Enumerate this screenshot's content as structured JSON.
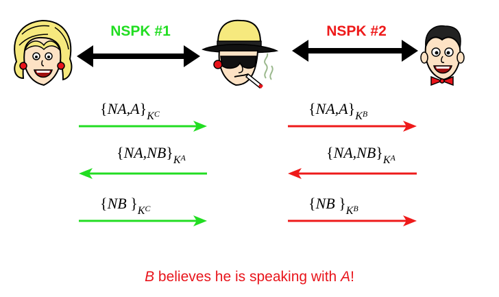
{
  "headers": {
    "run1": "NSPK #1",
    "run2": "NSPK #2"
  },
  "colors": {
    "run1": "#22dd22",
    "run2": "#ee1a1a",
    "caption": "#e8141b",
    "double_arrow": "#000000"
  },
  "messages": [
    {
      "body": "NA,A",
      "key": "K",
      "key_index": "C",
      "direction": "right",
      "run": 1
    },
    {
      "body": "NA,NB",
      "key": "K",
      "key_index": "A",
      "direction": "left",
      "run": 1
    },
    {
      "body": "NB ",
      "key": "K",
      "key_index": "C",
      "direction": "right",
      "run": 1
    },
    {
      "body": "NA,A",
      "key": "K",
      "key_index": "B",
      "direction": "right",
      "run": 2
    },
    {
      "body": "NA,NB",
      "key": "K",
      "key_index": "A",
      "direction": "left",
      "run": 2
    },
    {
      "body": "NB ",
      "key": "K",
      "key_index": "B",
      "direction": "right",
      "run": 2
    }
  ],
  "caption": {
    "subject": "B",
    "middle": " believes he is speaking with ",
    "object": "A",
    "end": "!"
  },
  "icons": [
    "alice-face-icon",
    "intruder-face-icon",
    "bob-face-icon"
  ]
}
